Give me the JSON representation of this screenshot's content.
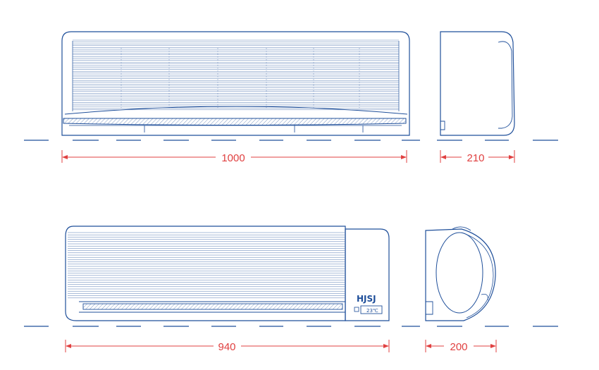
{
  "dimensions": {
    "top_front_width": "1000",
    "top_side_depth": "210",
    "bottom_front_width": "940",
    "bottom_side_depth": "200"
  },
  "unit_b": {
    "brand": "HJSJ",
    "display_temp": "23℃"
  },
  "colors": {
    "outline": "#1f4f9a",
    "dimension": "#e04040",
    "background": "#ffffff"
  }
}
